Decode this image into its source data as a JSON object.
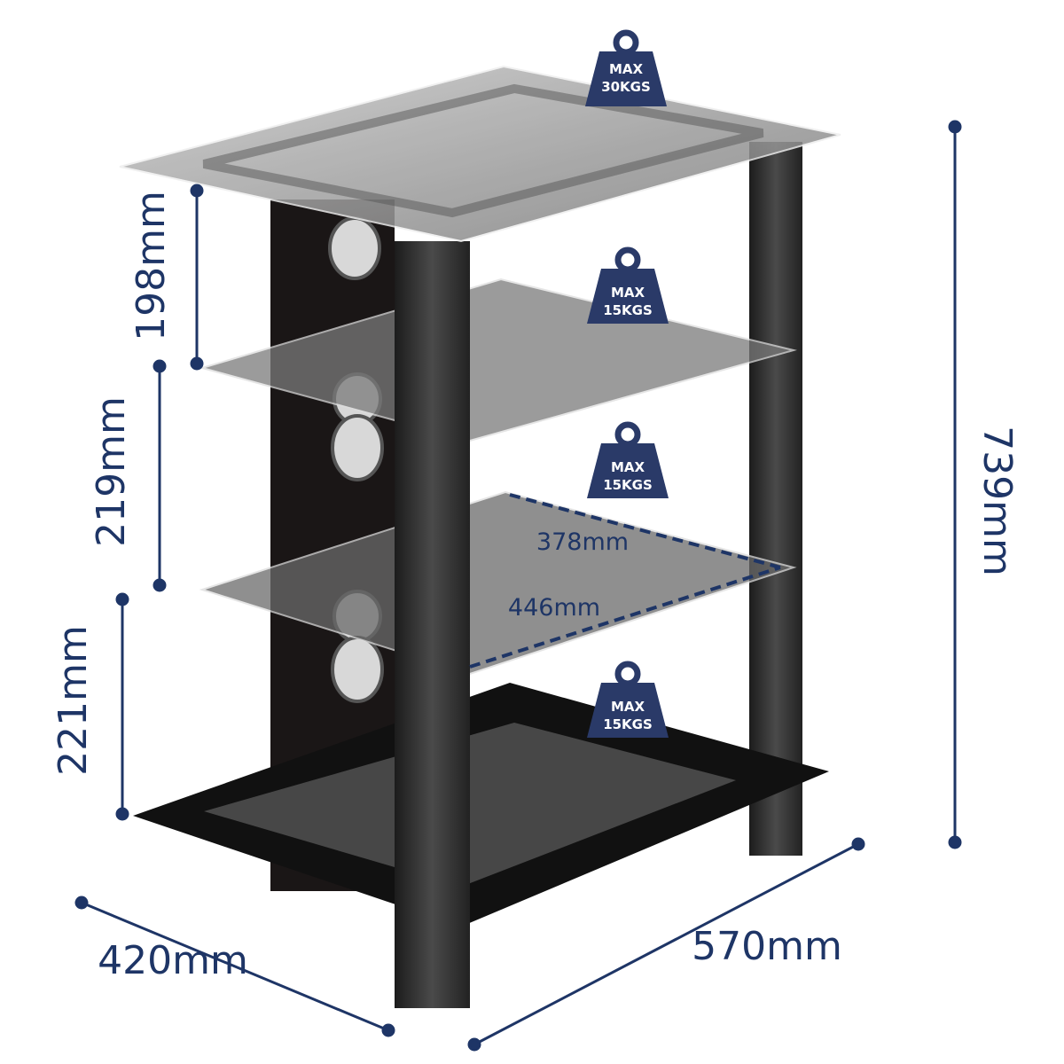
{
  "colors": {
    "dimension": "#1e3566",
    "weight_badge": "#2a3a68",
    "frame": "#2b2b2b",
    "glass": "#9a9a9a"
  },
  "weight_badges": [
    {
      "line1": "MAX",
      "line2": "30KGS"
    },
    {
      "line1": "MAX",
      "line2": "15KGS"
    },
    {
      "line1": "MAX",
      "line2": "15KGS"
    },
    {
      "line1": "MAX",
      "line2": "15KGS"
    }
  ],
  "dimensions": {
    "shelf_gap_top": "198mm",
    "shelf_gap_middle": "219mm",
    "shelf_gap_bottom": "221mm",
    "total_height": "739mm",
    "depth": "420mm",
    "width": "570mm",
    "shelf_depth": "378mm",
    "shelf_width": "446mm"
  }
}
